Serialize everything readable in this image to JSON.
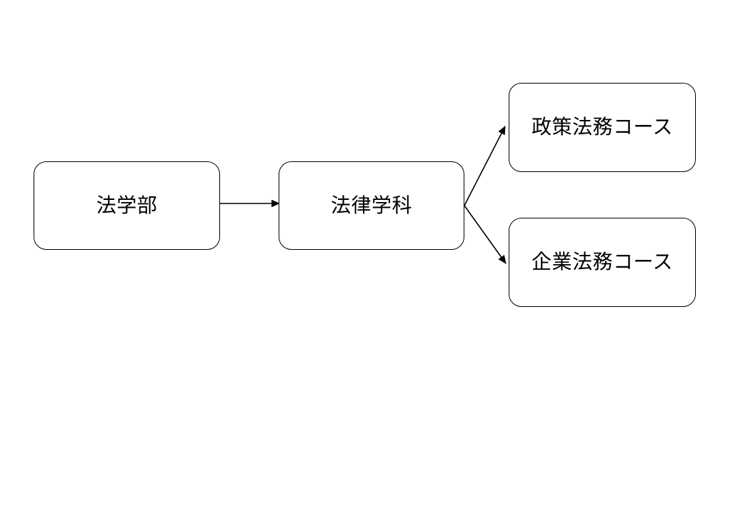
{
  "diagram": {
    "type": "flowchart",
    "orientation": "left-to-right",
    "background_color": "#ffffff",
    "stroke_color": "#000000",
    "text_color": "#000000",
    "nodes": [
      {
        "id": "faculty",
        "label": "法学部",
        "shape": "rounded-rectangle",
        "level": 1
      },
      {
        "id": "dept",
        "label": "法律学科",
        "shape": "rounded-rectangle",
        "level": 2
      },
      {
        "id": "policy",
        "label": "政策法務コース",
        "shape": "rounded-rectangle",
        "level": 3
      },
      {
        "id": "corporate",
        "label": "企業法務コース",
        "shape": "rounded-rectangle",
        "level": 3
      }
    ],
    "edges": [
      {
        "id": "edge-faculty-dept",
        "from": "faculty",
        "to": "dept",
        "style": "straight",
        "arrowhead": "filled-triangle"
      },
      {
        "id": "edge-dept-policy",
        "from": "dept",
        "to": "policy",
        "style": "diagonal-up",
        "arrowhead": "filled-triangle"
      },
      {
        "id": "edge-dept-corporate",
        "from": "dept",
        "to": "corporate",
        "style": "diagonal-down",
        "arrowhead": "filled-triangle"
      }
    ]
  }
}
